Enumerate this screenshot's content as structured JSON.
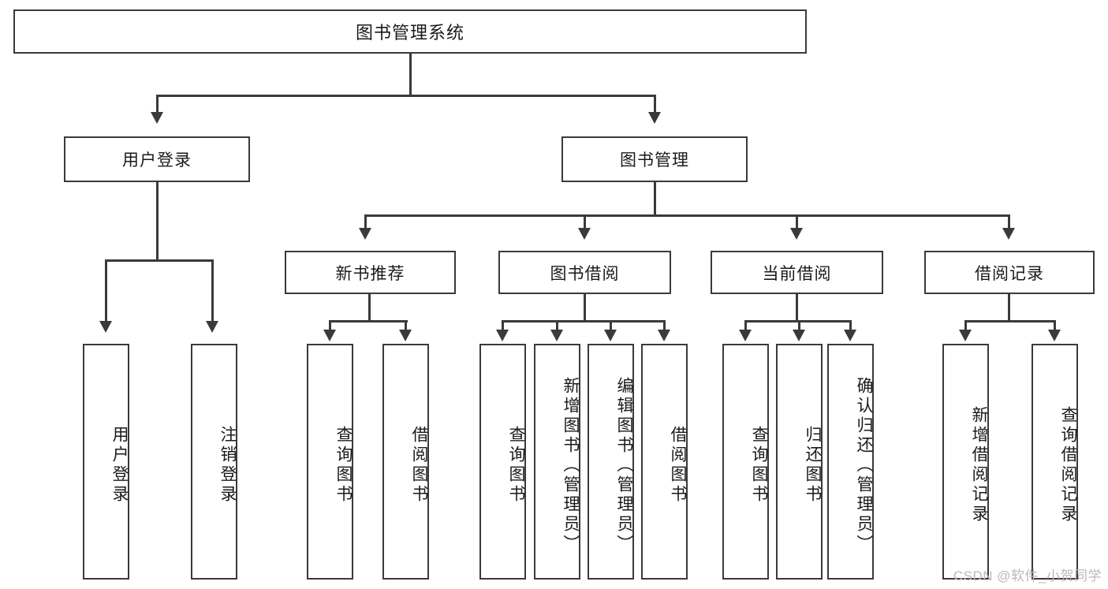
{
  "diagram": {
    "title": "图书管理系统",
    "type": "tree-hierarchy",
    "root": {
      "label": "图书管理系统"
    },
    "level2": [
      {
        "label": "用户登录"
      },
      {
        "label": "图书管理"
      }
    ],
    "level3": [
      {
        "label": "新书推荐"
      },
      {
        "label": "图书借阅"
      },
      {
        "label": "当前借阅"
      },
      {
        "label": "借阅记录"
      }
    ],
    "leaves": {
      "user_login": [
        {
          "label": "用户登录"
        },
        {
          "label": "注销登录"
        }
      ],
      "new_book_recommend": [
        {
          "label": "查询图书"
        },
        {
          "label": "借阅图书"
        }
      ],
      "book_borrow": [
        {
          "label": "查询图书"
        },
        {
          "label": "新增图书（管理员）"
        },
        {
          "label": "编辑图书（管理员）"
        },
        {
          "label": "借阅图书"
        }
      ],
      "current_borrow": [
        {
          "label": "查询图书"
        },
        {
          "label": "归还图书"
        },
        {
          "label": "确认归还（管理员）"
        }
      ],
      "borrow_record": [
        {
          "label": "新增借阅记录"
        },
        {
          "label": "查询借阅记录"
        }
      ]
    }
  },
  "watermark": {
    "text": "CSDN @软件_小贺同学"
  },
  "colors": {
    "stroke": "#3a3a3a",
    "box_fill": "#ffffff",
    "text": "#1a1a1a",
    "watermark": "#b9b9b9",
    "background": "#ffffff"
  }
}
